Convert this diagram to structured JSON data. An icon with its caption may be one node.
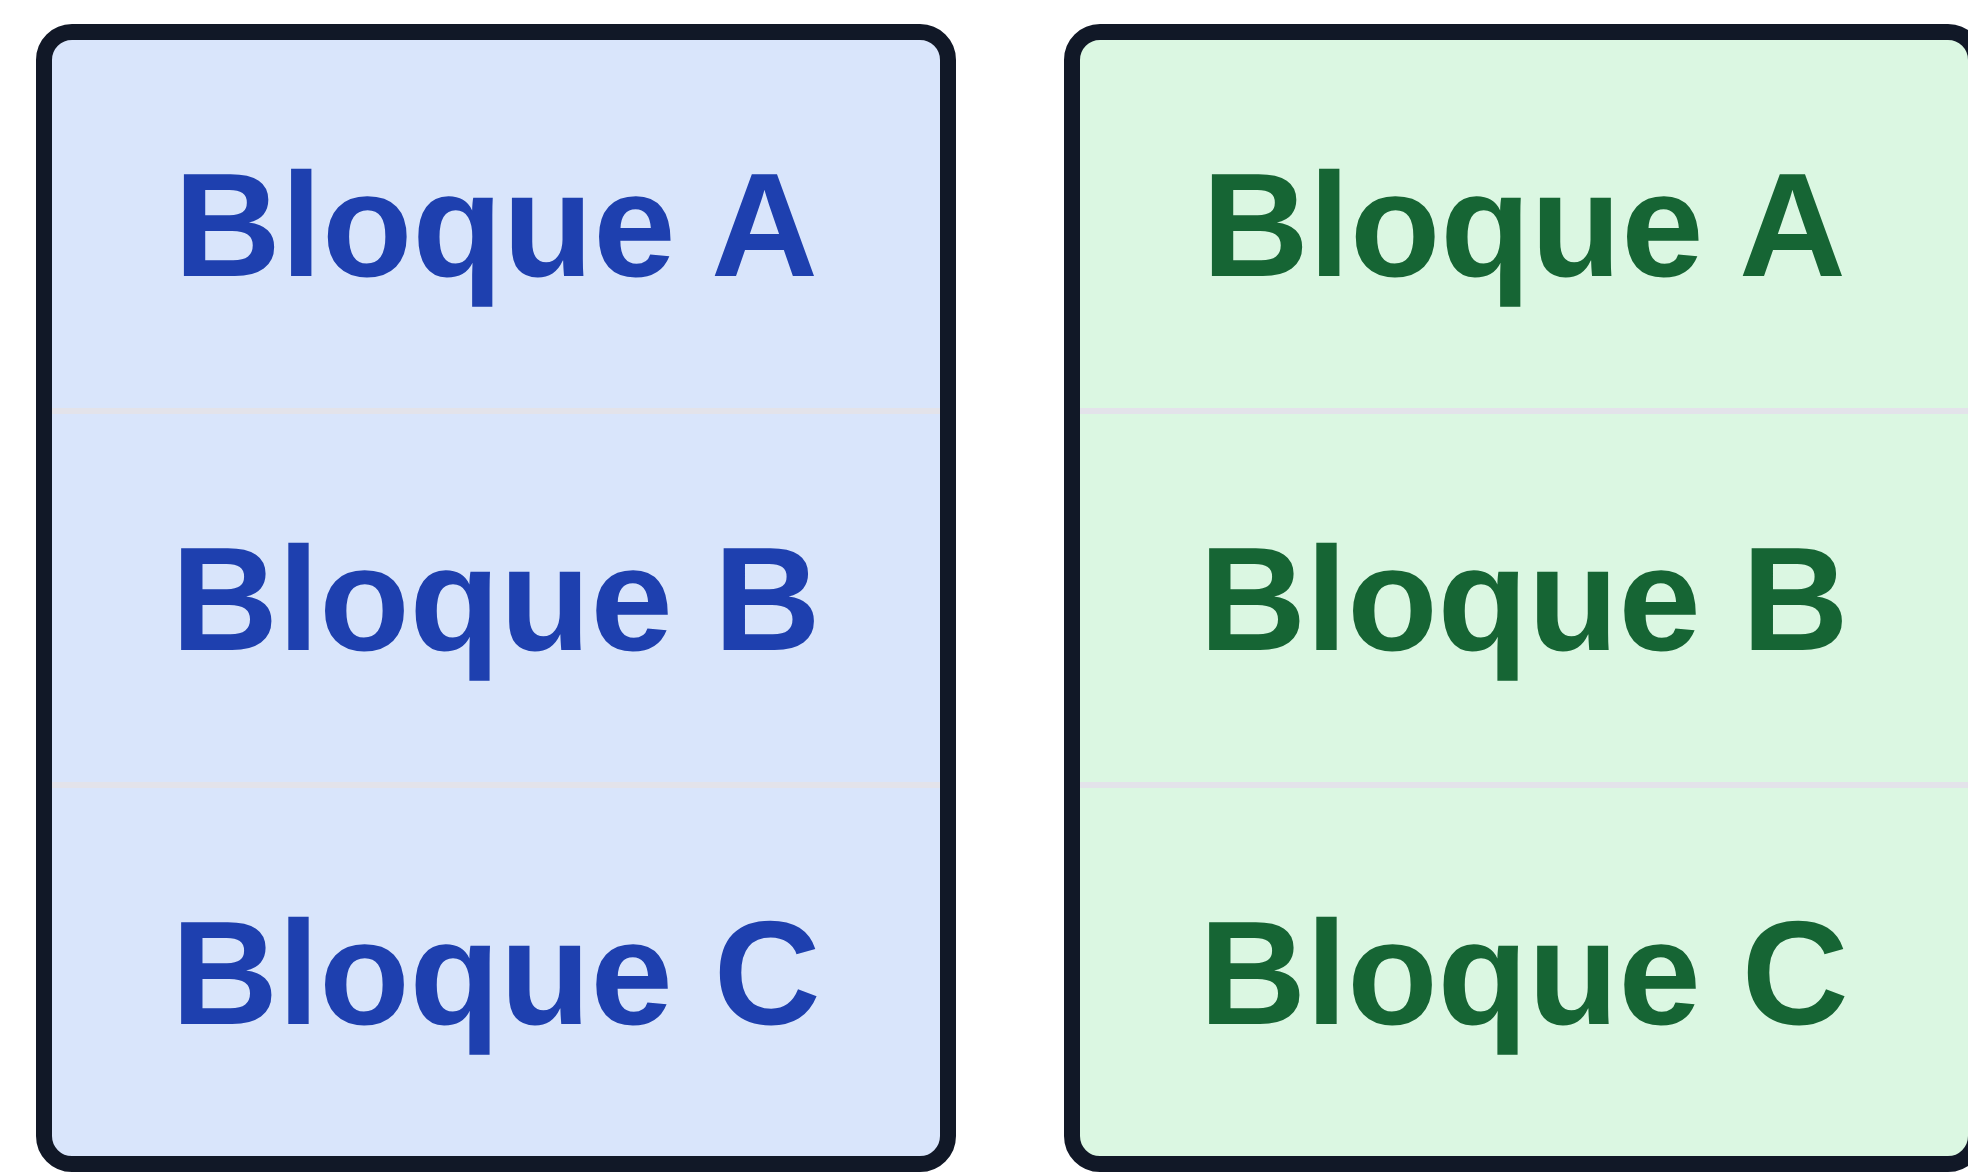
{
  "diagram": {
    "nodes": [
      {
        "text": [],
        "shape": "box"
      },
      {
        "text": [
          "Bloque A"
        ],
        "in": 0
      },
      {
        "text": [
          "Bloque B"
        ],
        "in": 0
      },
      {
        "text": [
          "Bloque C"
        ],
        "in": 0
      },
      {
        "text": [],
        "shape": "box"
      },
      {
        "text": [
          "Bloque A"
        ],
        "in": 4
      },
      {
        "text": [
          "Bloque B"
        ],
        "in": 4
      },
      {
        "text": [
          "Bloque C"
        ],
        "in": 4
      }
    ]
  }
}
